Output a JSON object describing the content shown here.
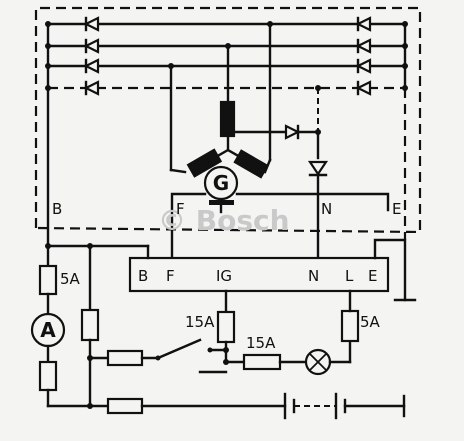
{
  "terminals_top": {
    "b": "B",
    "f": "F",
    "n": "N",
    "e": "E"
  },
  "regulator": {
    "b": "B",
    "f": "F",
    "ig": "IG",
    "n": "N",
    "l": "L",
    "e": "E"
  },
  "generator_symbol": "G",
  "watermark": "© Bosch",
  "fuses": {
    "main": "5A",
    "ig": "15A",
    "lamp_series": "15A",
    "e_fuse": "5A"
  },
  "ammeter": "A"
}
